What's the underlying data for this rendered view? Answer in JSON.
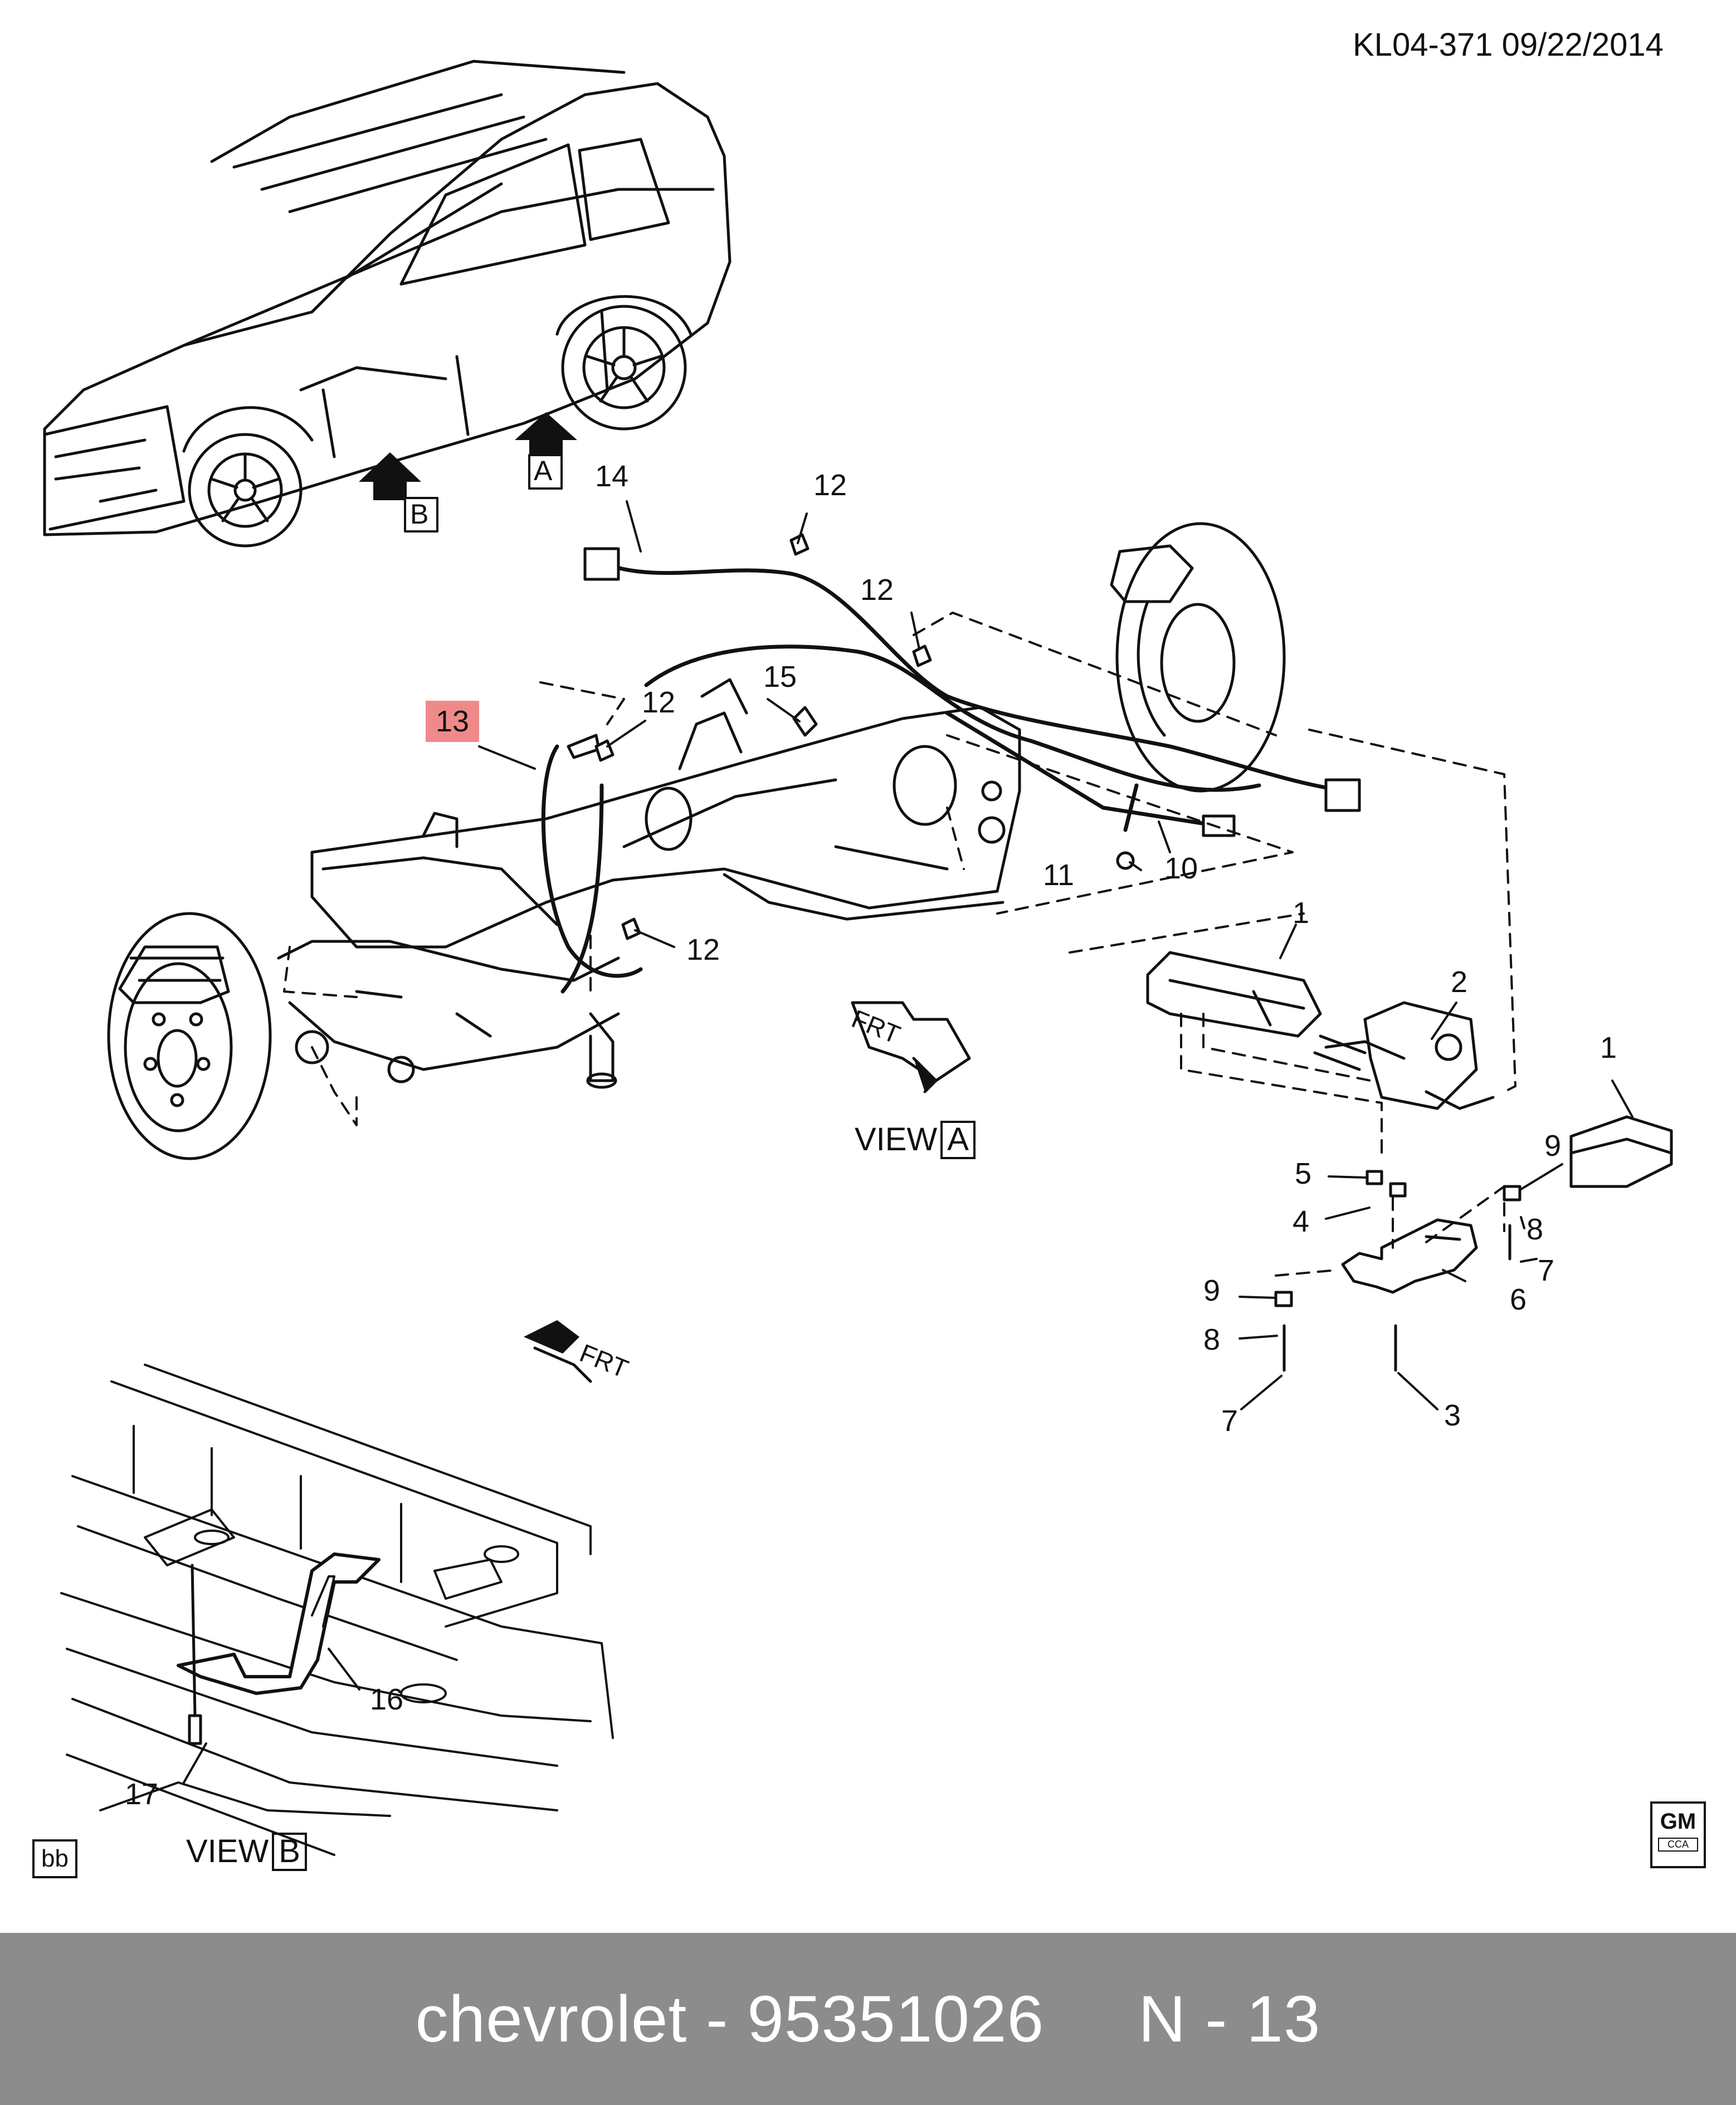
{
  "header": {
    "drawing_id": "KL04-371  09/22/2014"
  },
  "view_arrows": {
    "a": "A",
    "b": "B"
  },
  "direction_labels": {
    "frt": "FRT"
  },
  "views": {
    "view_word": "VIEW",
    "view_a_letter": "A",
    "view_b_letter": "B"
  },
  "callouts": {
    "c14": "14",
    "c12_top": "12",
    "c12_mid": "12",
    "c12_left": "12",
    "c12_low": "12",
    "c13": "13",
    "c15": "15",
    "c11": "11",
    "c10": "10",
    "c1_mod": "1",
    "c2": "2",
    "c1_cover": "1",
    "c9_right": "9",
    "c5": "5",
    "c4": "4",
    "c8_right": "8",
    "c7_right": "7",
    "c6": "6",
    "c9_left": "9",
    "c8_left": "8",
    "c7_left": "7",
    "c3": "3",
    "c16": "16",
    "c17": "17"
  },
  "colors": {
    "highlight": "#f08a8a",
    "footer_bg": "#8c8c8c",
    "footer_text": "#ffffff",
    "line": "#111111"
  },
  "badge": "bb",
  "logo": {
    "gm": "GM",
    "cca": "CCA"
  },
  "footer": {
    "text": "chevrolet - 95351026     N - 13"
  }
}
